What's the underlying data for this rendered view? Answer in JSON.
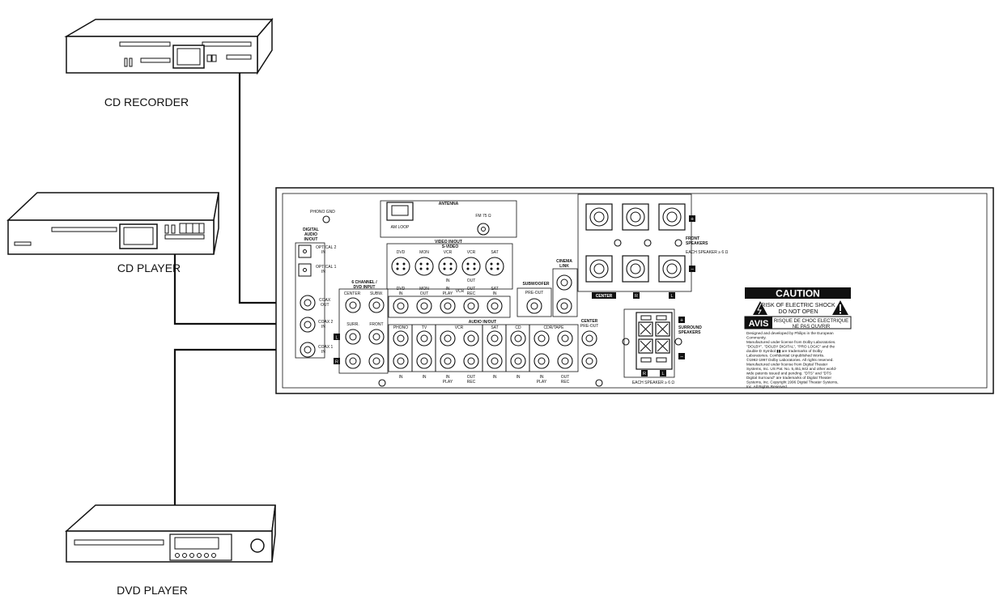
{
  "devices": {
    "cd_recorder": "CD RECORDER",
    "cd_player": "CD PLAYER",
    "dvd_player": "DVD PLAYER"
  },
  "receiver": {
    "phono_gnd": "PHONO GND",
    "antenna": "ANTENNA",
    "am_loop": "AM LOOP",
    "fm": "FM 75 Ω",
    "digital_audio": [
      "DIGITAL",
      "AUDIO",
      "IN/OUT"
    ],
    "optical2": [
      "OPTICAL 2",
      "IN"
    ],
    "optical1": [
      "OPTICAL 1",
      "IN"
    ],
    "coax_out": [
      "COAX",
      "OUT"
    ],
    "coax2": [
      "COAX 2",
      "IN"
    ],
    "coax1": [
      "COAX 1",
      "IN"
    ],
    "video_inout": "VIDEO IN/OUT",
    "svideo": "S-VIDEO",
    "svideo_jacks": [
      "DVD",
      "MON",
      "VCR",
      "VCR",
      "SAT"
    ],
    "svideo_in": "IN",
    "svideo_out": "OUT",
    "six_channel": [
      "6 CHANNEL /",
      "DVD INPUT"
    ],
    "center": "CENTER",
    "subw": "SUBW.",
    "surr": "SURR.",
    "front": "FRONT",
    "video_row_labels": [
      "DVD",
      "MON",
      "IN",
      "OUT",
      "SAT"
    ],
    "video_row_sub": [
      "IN",
      "OUT",
      "PLAY",
      "REC",
      "IN"
    ],
    "vcr": "VCR",
    "cinema_link": [
      "CINEMA",
      "LINK"
    ],
    "subwoofer": "SUBWOOFER",
    "pre_out": "PRE-OUT",
    "audio_inout": "AUDIO IN/OUT",
    "audio_top_labels": [
      "PHONO",
      "TV",
      "VCR",
      "SAT",
      "CD",
      "CDR/TAPE"
    ],
    "audio_bottom_labels": [
      "IN",
      "IN",
      "IN",
      "OUT",
      "IN",
      "IN",
      "IN",
      "OUT"
    ],
    "audio_bottom_sub": [
      "PLAY",
      "REC",
      "PLAY",
      "REC"
    ],
    "center_pre_out": [
      "CENTER",
      "PRE-OUT"
    ],
    "front_speakers": [
      "FRONT",
      "SPEAKERS"
    ],
    "each_speaker": "EACH SPEAKER ≥ 6 Ω",
    "speaker_tags": [
      "CENTER",
      "R",
      "L"
    ],
    "surround_speakers": [
      "SURROUND",
      "SPEAKERS"
    ],
    "surround_tags": [
      "R",
      "L"
    ],
    "plus": "+",
    "minus": "−",
    "lr_tags": [
      "L",
      "R"
    ]
  },
  "caution": {
    "title": "CAUTION",
    "line1": "RISK OF ELECTRIC SHOCK",
    "line2": "DO NOT OPEN",
    "avis": "AVIS",
    "avis1": "RISQUE DE CHOC ELECTRIQUE",
    "avis2": "NE PAS OUVRIR",
    "text": [
      "Designed and developed by Philips in the European",
      "Community.",
      "Manufactured under license from Dolby Laboratories.",
      "\"DOLBY\", \"DOLBY DIGITAL\", \"PRO LOGIC\" and the",
      "double-D Symbol ▮▮ are trademarks of Dolby",
      "Laboratories. Confidential Unpublished Works.",
      "©1992-1997 Dolby Laboratories. All rights reserved.",
      "Manufactured under license from Digital Theater",
      "Systems, Inc. US Pat. No. 5,451,942 and other world-",
      "wide patents issued and pending. \"DTS\" and \"DTS",
      "Digital Surround\" are trademarks of Digital Theater",
      "Systems, Inc. Copyright 1996 Digital Theater Systems,",
      "Inc. All Rights Reserved."
    ]
  }
}
